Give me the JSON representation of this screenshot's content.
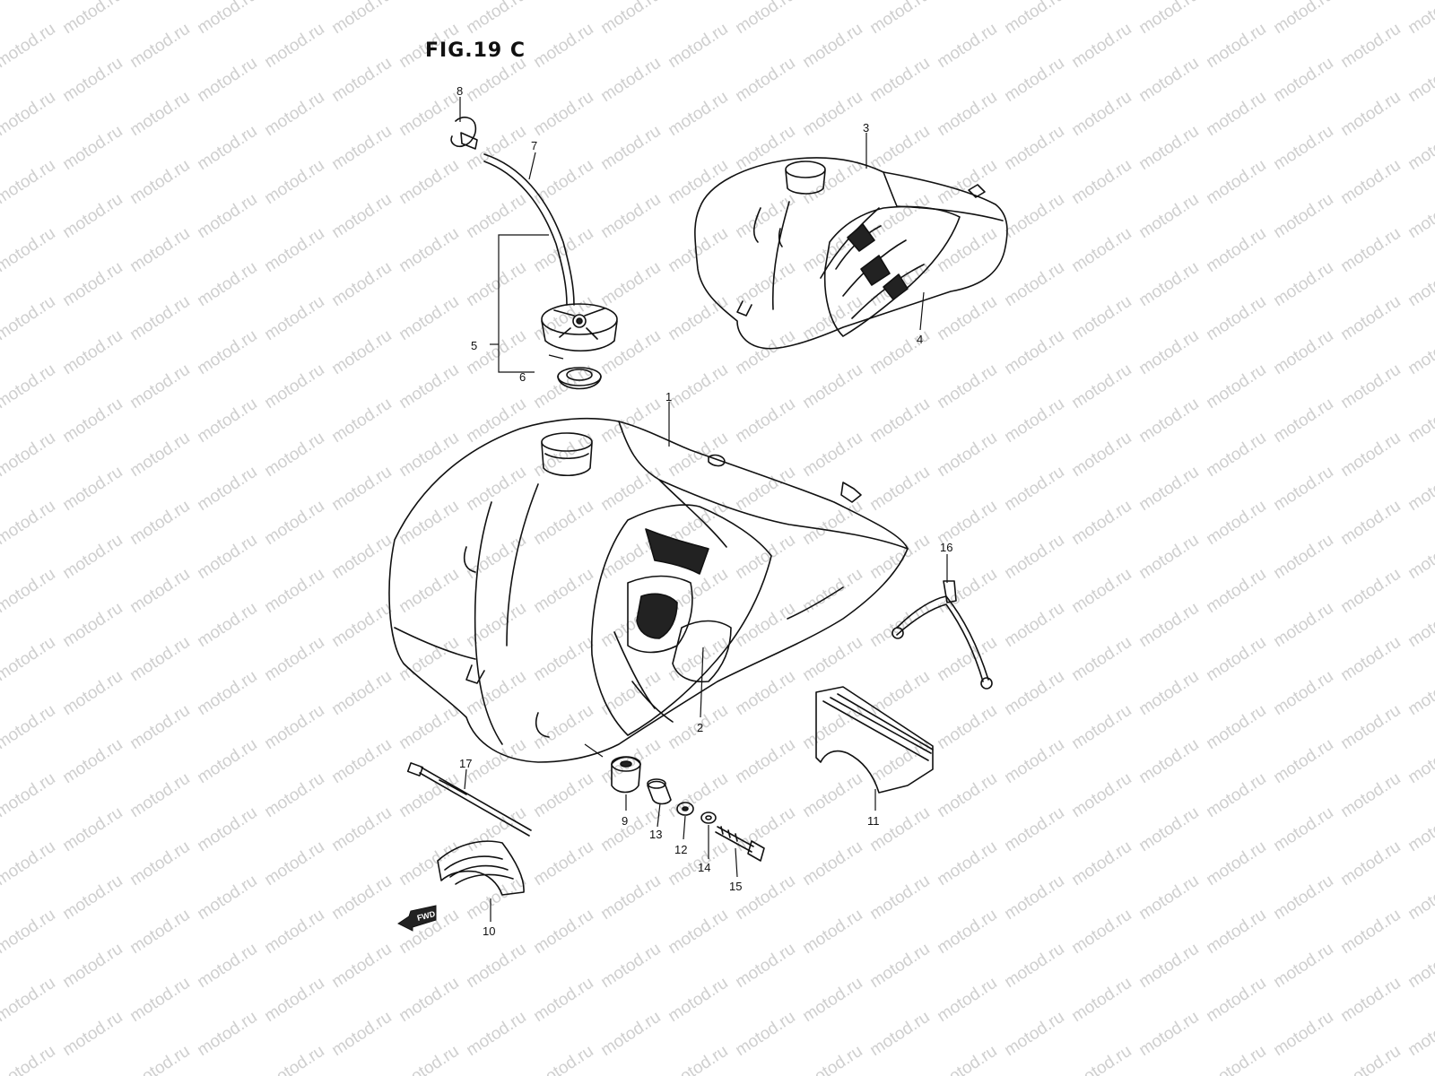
{
  "figure": {
    "title": "FIG.19 C"
  },
  "watermark": {
    "text": "motod.ru",
    "color": "#cfcfcf"
  },
  "fwd_label": "FWD",
  "callouts": [
    {
      "id": "c1",
      "label": "1"
    },
    {
      "id": "c2",
      "label": "2"
    },
    {
      "id": "c3",
      "label": "3"
    },
    {
      "id": "c4",
      "label": "4"
    },
    {
      "id": "c5",
      "label": "5"
    },
    {
      "id": "c6",
      "label": "6"
    },
    {
      "id": "c7",
      "label": "7"
    },
    {
      "id": "c8",
      "label": "8"
    },
    {
      "id": "c9",
      "label": "9"
    },
    {
      "id": "c10",
      "label": "10"
    },
    {
      "id": "c11",
      "label": "11"
    },
    {
      "id": "c12",
      "label": "12"
    },
    {
      "id": "c13",
      "label": "13"
    },
    {
      "id": "c14",
      "label": "14"
    },
    {
      "id": "c15",
      "label": "15"
    },
    {
      "id": "c16",
      "label": "16"
    },
    {
      "id": "c17",
      "label": "17"
    }
  ]
}
